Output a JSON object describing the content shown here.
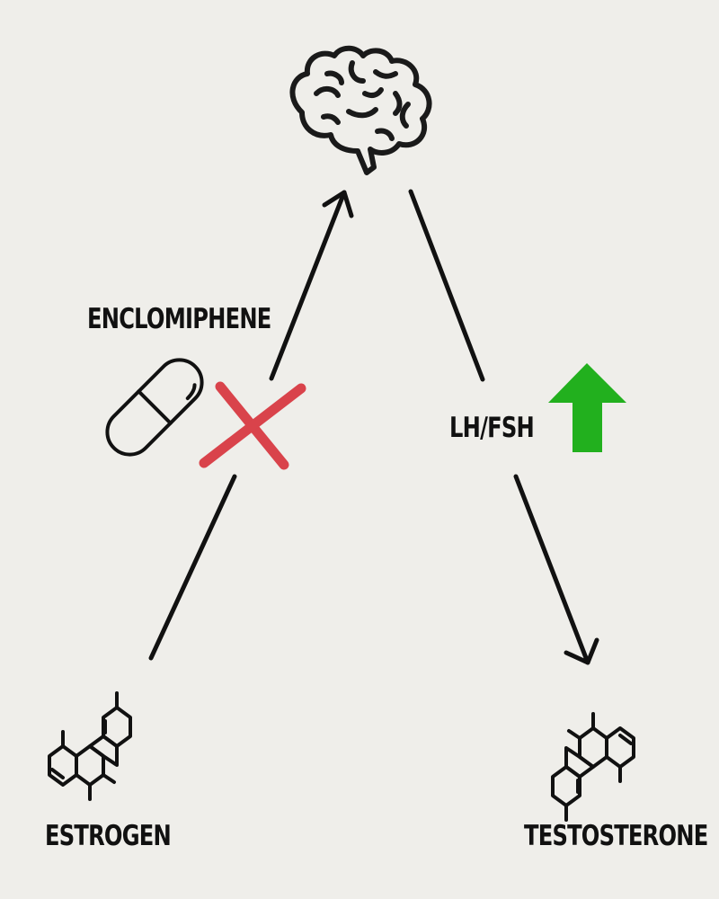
{
  "labels": {
    "enclomiphene": "ENCLOMIPHENE",
    "lh_fsh": "LH/FSH",
    "estrogen": "ESTROGEN",
    "testosterone": "TESTOSTERONE"
  },
  "colors": {
    "background": "#efeeea",
    "ink": "#111111",
    "block_x": "#d9434b",
    "increase_arrow": "#22b01e"
  },
  "icons": {
    "brain": "brain-icon",
    "pill": "pill-capsule-icon",
    "block": "x-mark-icon",
    "increase": "green-up-arrow-icon",
    "estrogen": "steroid-molecule-icon",
    "testosterone": "steroid-molecule-icon"
  }
}
